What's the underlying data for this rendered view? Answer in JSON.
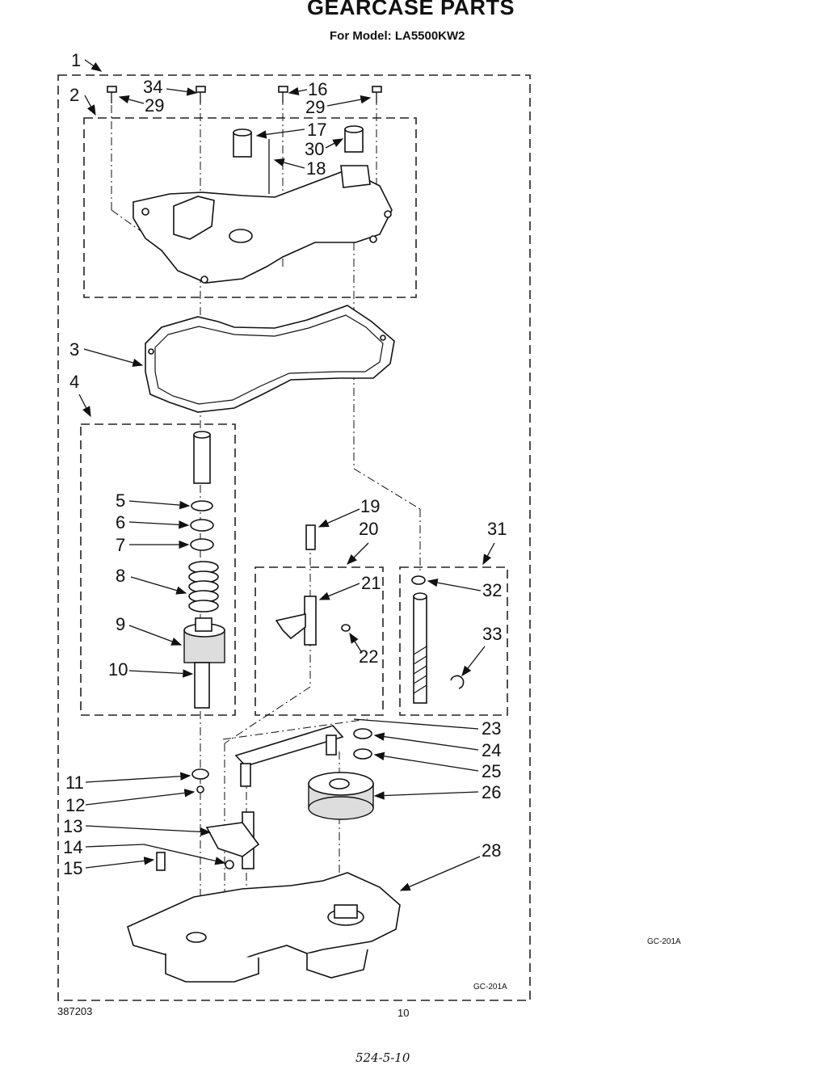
{
  "header": {
    "title": "GEARCASE PARTS",
    "subtitle": "For Model: LA5500KW2"
  },
  "footer": {
    "doc_number": "387203",
    "page_number": "10",
    "handwritten_note": "524-5-10",
    "figure_code_inner": "GC-201A",
    "figure_code_outer": "GC-201A"
  },
  "callouts": {
    "c1": "1",
    "c2": "2",
    "c3": "3",
    "c4": "4",
    "c5": "5",
    "c6": "6",
    "c7": "7",
    "c8": "8",
    "c9": "9",
    "c10": "10",
    "c11": "11",
    "c12": "12",
    "c13": "13",
    "c14": "14",
    "c15": "15",
    "c16": "16",
    "c17": "17",
    "c18": "18",
    "c19": "19",
    "c20": "20",
    "c21": "21",
    "c22": "22",
    "c23": "23",
    "c24": "24",
    "c25": "25",
    "c26": "26",
    "c28": "28",
    "c29a": "29",
    "c29b": "29",
    "c30": "30",
    "c31": "31",
    "c32": "32",
    "c33": "33",
    "c34": "34"
  }
}
